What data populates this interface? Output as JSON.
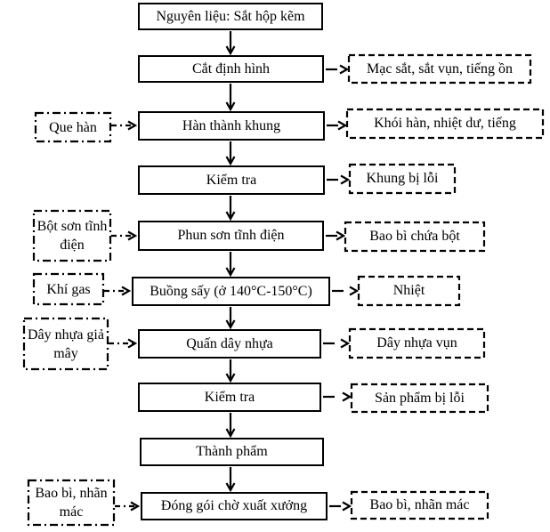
{
  "flowchart": {
    "main_steps": [
      {
        "label": "Nguyên liệu: Sắt hộp kẽm"
      },
      {
        "label": "Cắt định hình",
        "output": "Mạc sắt, sắt vụn, tiếng ồn"
      },
      {
        "label": "Hàn thành khung",
        "input": "Que hàn",
        "output": "Khói hàn, nhiệt dư, tiếng"
      },
      {
        "label": "Kiểm tra",
        "output": "Khung bị lỗi"
      },
      {
        "label": "Phun sơn tĩnh điện",
        "input": "Bột sơn tĩnh điện",
        "output": "Bao bì chứa bột"
      },
      {
        "label": "Buồng sấy (ở 140°C-150°C)",
        "input": "Khí gas",
        "output": "Nhiệt"
      },
      {
        "label": "Quấn dây nhựa",
        "input": "Dây nhựa giả mây",
        "output": "Dây nhựa vụn"
      },
      {
        "label": "Kiểm tra",
        "output": "Sản phẩm bị lỗi"
      },
      {
        "label": "Thành phẩm"
      },
      {
        "label": "Đóng gói chờ xuất xưởng",
        "input": "Bao bì, nhãn mác",
        "output": "Bao bì, nhãn mác"
      }
    ],
    "colors": {
      "line": "#000000",
      "background": "#ffffff",
      "text": "#000000"
    }
  }
}
